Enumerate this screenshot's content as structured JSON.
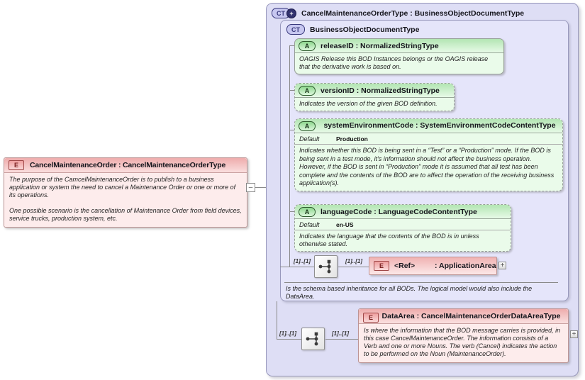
{
  "left_element": {
    "icon": "E",
    "title": "CancelMaintenanceOrder : CancelMaintenanceOrderType",
    "desc_para1": "The purpose of the CamcelMaintenanceOrder is to publish to a business application or system the need to cancel a Maintenance Order or one or more of its operations.",
    "desc_para2": "One possible scenario is the cancellation of Maintenance Order from field devices, service trucks, production system, etc.",
    "collapse_button": "–"
  },
  "outer_type": {
    "icon": "CT",
    "icon_plus": "+",
    "title": "CancelMaintenanceOrderType : BusinessObjectDocumentType"
  },
  "base_type": {
    "icon": "CT",
    "title": "BusinessObjectDocumentType",
    "note": "Is the schema based inheritance for all BODs. The logical model would also include the DataArea.",
    "attributes": [
      {
        "icon": "A",
        "title": "releaseID : NormalizedStringType",
        "description": "OAGIS Release this BOD Instances belongs or the OAGIS release that the derivative work is based on."
      },
      {
        "icon": "A",
        "title": "versionID : NormalizedStringType",
        "description": "Indicates the version of the given BOD definition."
      },
      {
        "icon": "A",
        "title": "systemEnvironmentCode : SystemEnvironmentCodeContentType",
        "default_label": "Default",
        "default_value": "Production",
        "description": "Indicates whether this BOD is being sent in a “Test” or a “Production” mode. If the BOD is being sent in a test mode, it's information should not affect the business operation. However, if the BOD is sent in “Production” mode it is assumed that all test has been complete and the contents of the BOD are to affect the operation of the receiving business application(s)."
      },
      {
        "icon": "A",
        "title": "languageCode : LanguageCodeContentType",
        "default_label": "Default",
        "default_value": "en-US",
        "description": "Indicates the language that the contents of the BOD is in unless otherwise stated."
      }
    ],
    "ref_element": {
      "icon": "E",
      "cardinality_left": "[1]..[1]",
      "cardinality_right": "[1]..[1]",
      "name": "<Ref>",
      "type": ": ApplicationArea",
      "expand_button": "+"
    }
  },
  "data_area": {
    "icon": "E",
    "cardinality_left": "[1]..[1]",
    "cardinality_right": "[1]..[1]",
    "title": "DataArea : CancelMaintenanceOrderDataAreaType",
    "description": "Is where the information that the BOD message carries is provided, in this case CancelMaintenanceOrder. The information consists of a Verb and one or more Nouns. The verb (Cancel) indicates the action to be performed on the Noun (MaintenanceOrder).",
    "expand_button": "+"
  }
}
